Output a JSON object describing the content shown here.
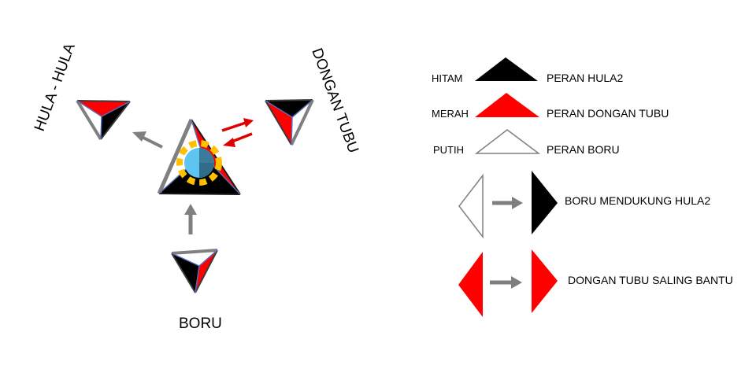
{
  "diagram": {
    "labels": {
      "hula": "HULA - HULA",
      "dongan": "DONGAN TUBU",
      "boru": "BORU"
    },
    "legend": {
      "hitam_left": "HITAM",
      "hitam_right": "PERAN HULA2",
      "merah_left": "MERAH",
      "merah_right": "PERAN DONGAN TUBU",
      "putih_left": "PUTIH",
      "putih_right": "PERAN BORU",
      "boru_support": "BORU MENDUKUNG HULA2",
      "dongan_support": "DONGAN TUBU SALING BANTU"
    },
    "colors": {
      "black": "#000000",
      "red": "#ff0000",
      "white_outline": "#808080",
      "arrow_gray": "#7f7f7f",
      "arrow_red": "#e00000",
      "center_blue": "#5ec4f0",
      "center_dark": "#3a7b9a",
      "ring_gold": "#ffc000"
    }
  }
}
